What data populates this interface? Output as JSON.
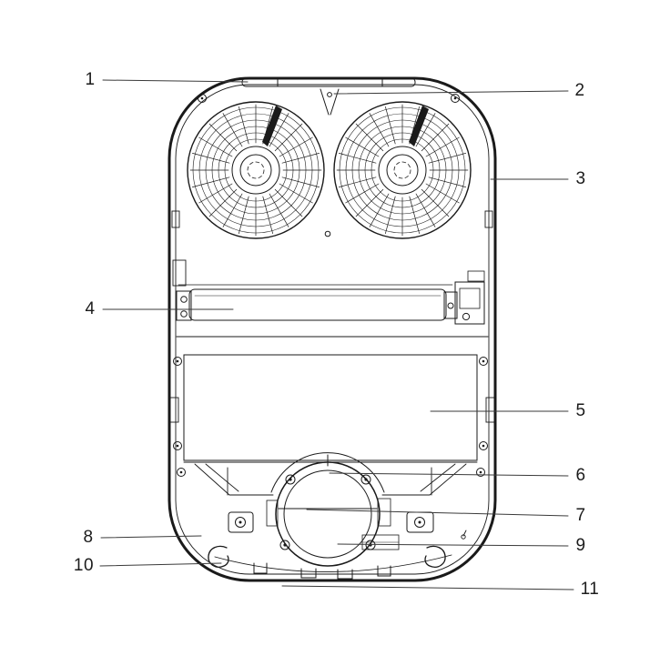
{
  "palette": {
    "ink": "#1a1a1a",
    "background": "#ffffff"
  },
  "callouts": [
    {
      "label": "1"
    },
    {
      "label": "2"
    },
    {
      "label": "3"
    },
    {
      "label": "4"
    },
    {
      "label": "5"
    },
    {
      "label": "6"
    },
    {
      "label": "7"
    },
    {
      "label": "8"
    },
    {
      "label": "9"
    },
    {
      "label": "10"
    },
    {
      "label": "11"
    }
  ]
}
